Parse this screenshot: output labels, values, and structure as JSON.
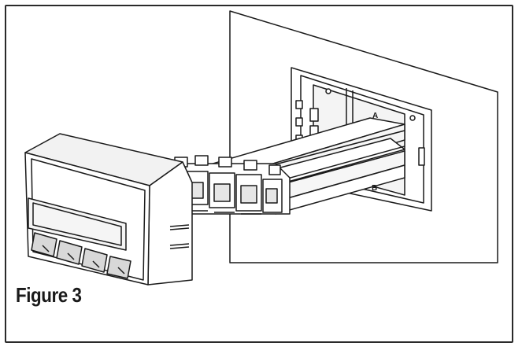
{
  "figure": {
    "caption": "Figure 3",
    "callouts": {
      "a": "A",
      "b": "B"
    }
  },
  "colors": {
    "line": "#1a1a1a",
    "fill": "#ffffff",
    "shade": "#e6e6e6",
    "dark": "#9a9a9a"
  }
}
